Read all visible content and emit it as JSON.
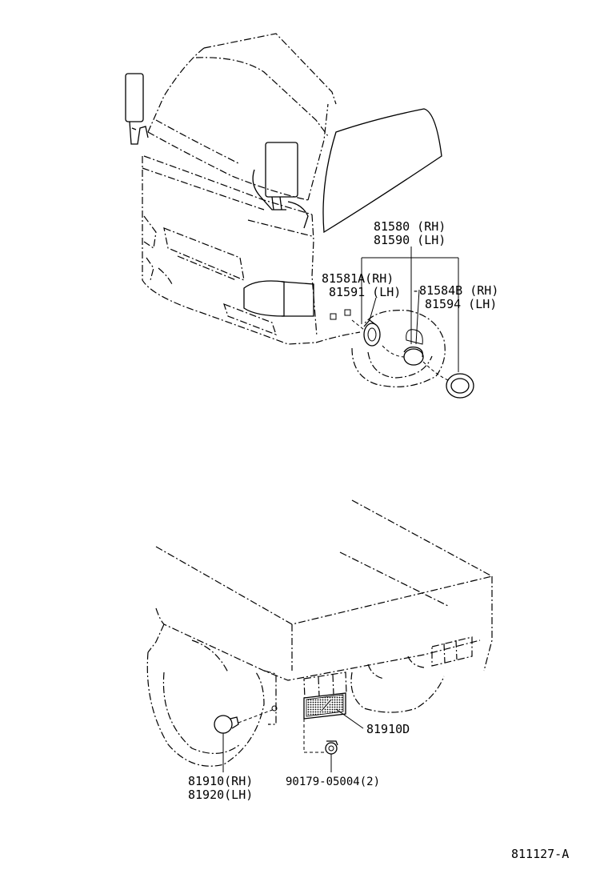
{
  "front_view": {
    "callouts": [
      {
        "id": "assy-rh",
        "text": "81580 (RH)"
      },
      {
        "id": "assy-lh",
        "text": "81590 (LH)"
      },
      {
        "id": "lens-rh",
        "text": "81581A(RH)"
      },
      {
        "id": "lens-lh",
        "text": "81591 (LH)"
      },
      {
        "id": "socket-rh",
        "text": "-81584B (RH)"
      },
      {
        "id": "socket-lh",
        "text": "81594  (LH)"
      }
    ]
  },
  "rear_view": {
    "callouts": [
      {
        "id": "reflector",
        "text": "81910D"
      },
      {
        "id": "lamp-rh",
        "text": "81910(RH)"
      },
      {
        "id": "lamp-lh",
        "text": "81920(LH)"
      },
      {
        "id": "nut",
        "text": "90179-05004(2)"
      }
    ]
  },
  "figure_code": "811127-A"
}
